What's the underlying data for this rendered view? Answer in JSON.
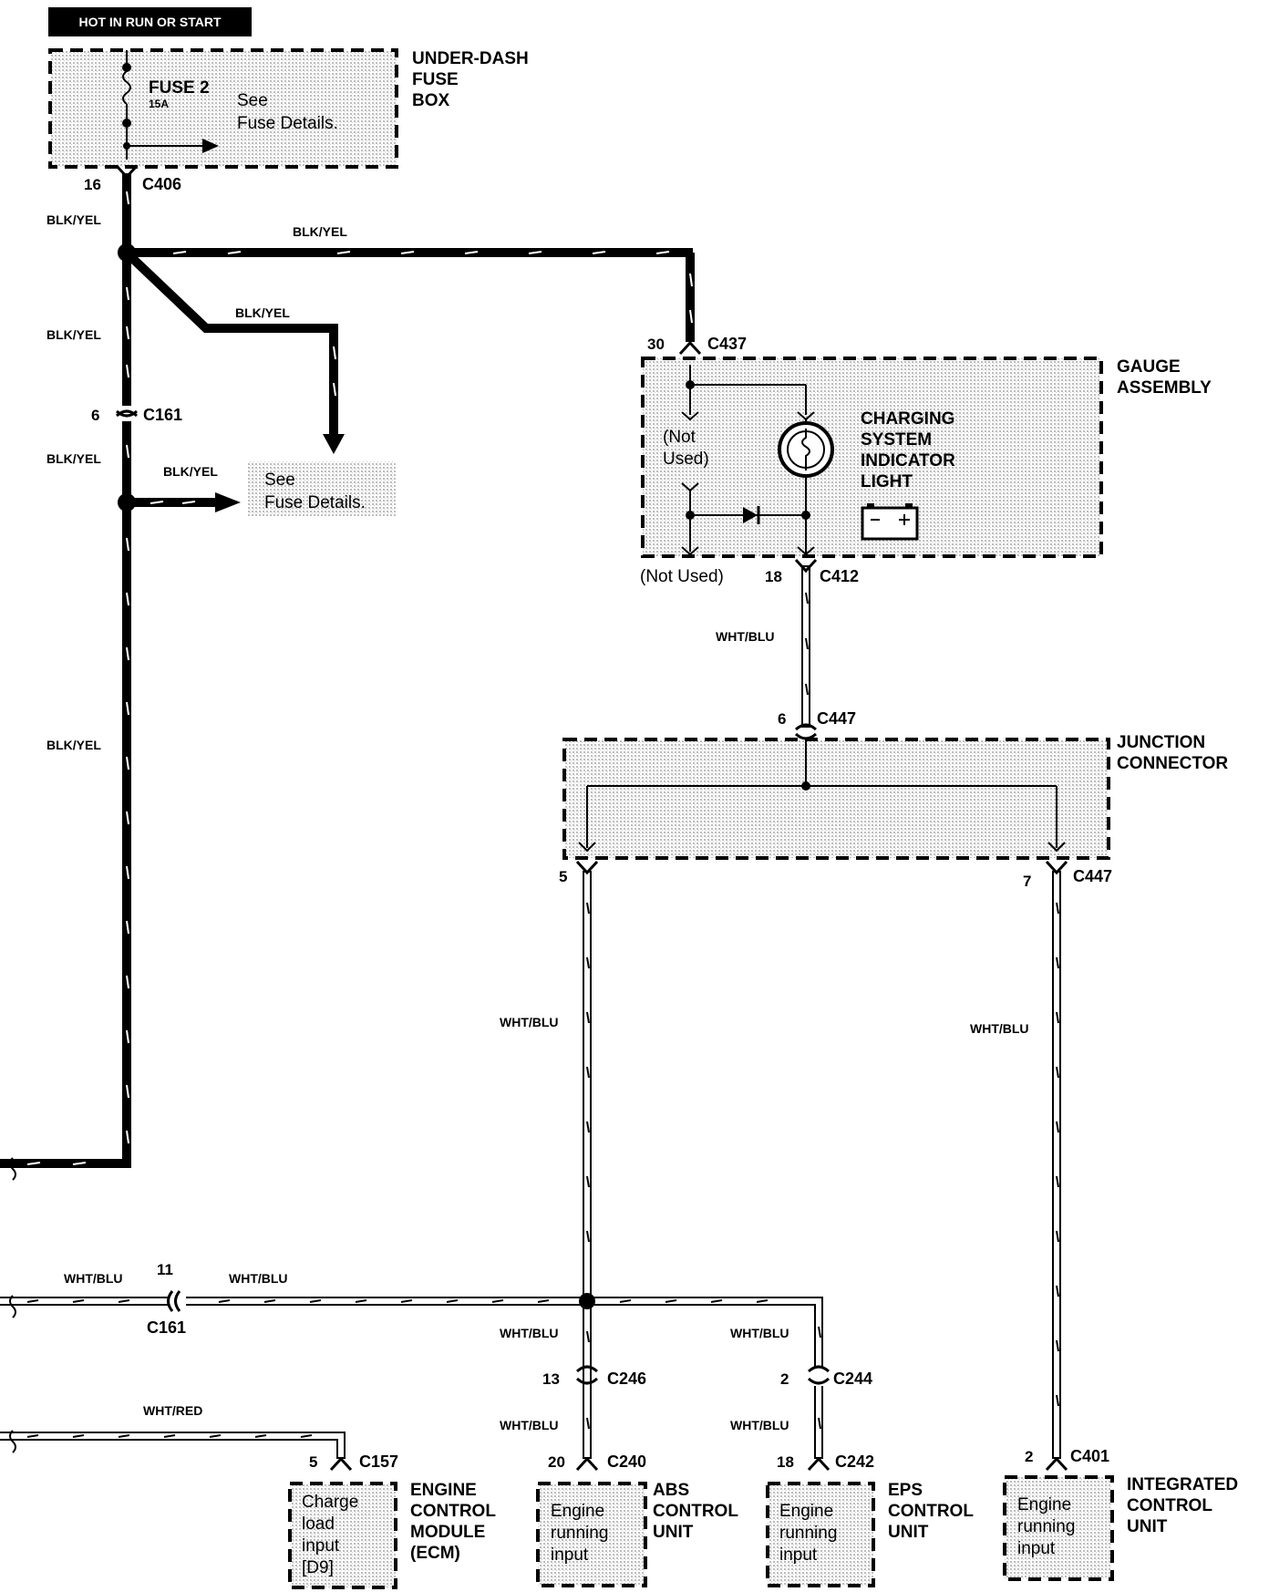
{
  "header": {
    "power_label": "HOT IN RUN OR START"
  },
  "fuse_box": {
    "name_l1": "UNDER-DASH",
    "name_l2": "FUSE",
    "name_l3": "BOX",
    "fuse": "FUSE 2",
    "rating": "15A",
    "see_l1": "See",
    "see_l2": "Fuse Details."
  },
  "connectors": {
    "c406": "C406",
    "c406_pin": "16",
    "c437": "C437",
    "c437_pin": "30",
    "c161_top": "C161",
    "c161_top_pin": "6",
    "c412": "C412",
    "c412_pin": "18",
    "c447_top": "C447",
    "c447_top_pin": "6",
    "c447_left_pin": "5",
    "c447_right": "C447",
    "c447_right_pin": "7",
    "c161_bottom": "C161",
    "c161_bottom_pin": "11",
    "c246": "C246",
    "c246_pin": "13",
    "c244": "C244",
    "c244_pin": "2",
    "c157": "C157",
    "c157_pin": "5",
    "c240": "C240",
    "c240_pin": "20",
    "c242": "C242",
    "c242_pin": "18",
    "c401": "C401",
    "c401_pin": "2"
  },
  "wires": {
    "blk_yel": "BLK/YEL",
    "wht_blu": "WHT/BLU",
    "wht_red": "WHT/RED"
  },
  "see_fuse": {
    "l1": "See",
    "l2": "Fuse Details."
  },
  "gauge": {
    "name_l1": "GAUGE",
    "name_l2": "ASSEMBLY",
    "light_l1": "CHARGING",
    "light_l2": "SYSTEM",
    "light_l3": "INDICATOR",
    "light_l4": "LIGHT",
    "not_used_l1": "(Not",
    "not_used_l2": "Used)",
    "not_used_below": "(Not Used)"
  },
  "junction": {
    "name_l1": "JUNCTION",
    "name_l2": "CONNECTOR"
  },
  "modules": {
    "ecm": {
      "l1": "ENGINE",
      "l2": "CONTROL",
      "l3": "MODULE",
      "l4": "(ECM)",
      "in_l1": "Charge",
      "in_l2": "load",
      "in_l3": "input",
      "in_l4": "[D9]"
    },
    "abs": {
      "l1": "ABS",
      "l2": "CONTROL",
      "l3": "UNIT",
      "in_l1": "Engine",
      "in_l2": "running",
      "in_l3": "input"
    },
    "eps": {
      "l1": "EPS",
      "l2": "CONTROL",
      "l3": "UNIT",
      "in_l1": "Engine",
      "in_l2": "running",
      "in_l3": "input"
    },
    "icu": {
      "l1": "INTEGRATED",
      "l2": "CONTROL",
      "l3": "UNIT",
      "in_l1": "Engine",
      "in_l2": "running",
      "in_l3": "input"
    }
  },
  "colors": {
    "ink": "#000000",
    "shade": "#d8d8d8"
  }
}
